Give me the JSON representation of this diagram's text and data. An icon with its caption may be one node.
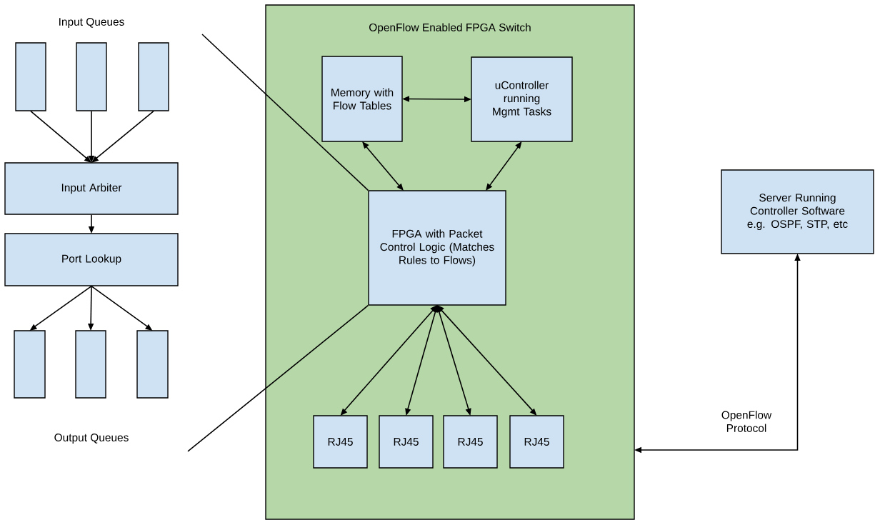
{
  "diagram": {
    "nodes": [
      {
        "text": [],
        "shape": "box"
      },
      {
        "text": [],
        "shape": "box"
      },
      {
        "text": [],
        "shape": "box"
      },
      {
        "text": [
          "Input Arbiter"
        ]
      },
      {
        "text": [
          "Port Lookup"
        ]
      },
      {
        "text": [],
        "shape": "box"
      },
      {
        "text": [],
        "shape": "box"
      },
      {
        "text": [],
        "shape": "box"
      },
      {
        "text": [
          "OpenFlow Enabled FPGA Switch"
        ]
      },
      {
        "text": [
          "Memory with Flow Tables"
        ],
        "in": 8
      },
      {
        "text": [
          "uController running Mgmt Tasks"
        ],
        "in": 8
      },
      {
        "text": [
          "FPGA with Packet Control Logic (Matches Rules to Flows)"
        ],
        "in": 8
      },
      {
        "text": [
          "RJ45"
        ],
        "in": 8
      },
      {
        "text": [
          "RJ45"
        ],
        "in": 8
      },
      {
        "text": [
          "RJ45"
        ],
        "in": 8
      },
      {
        "text": [
          "RJ45"
        ],
        "in": 8
      },
      {
        "text": [
          "Server Running Controller Software e.g. OSPF, STP, etc"
        ]
      }
    ],
    "edges": [
      {
        "from": 0,
        "to": 3,
        "arrow": "to"
      },
      {
        "from": 1,
        "to": 3,
        "arrow": "to"
      },
      {
        "from": 2,
        "to": 3,
        "arrow": "to"
      },
      {
        "from": 3,
        "to": 4,
        "arrow": "to"
      },
      {
        "from": 4,
        "to": 5,
        "arrow": "to"
      },
      {
        "from": 4,
        "to": 6,
        "arrow": "to"
      },
      {
        "from": 4,
        "to": 7,
        "arrow": "to"
      },
      {
        "from": 9,
        "to": 10,
        "arrow": "both"
      },
      {
        "from": 9,
        "to": 11,
        "arrow": "both"
      },
      {
        "from": 10,
        "to": 11,
        "arrow": "both"
      },
      {
        "from": 11,
        "to": 12,
        "arrow": "both"
      },
      {
        "from": 11,
        "to": 13,
        "arrow": "both"
      },
      {
        "from": 11,
        "to": 14,
        "arrow": "both"
      },
      {
        "from": 11,
        "to": 15,
        "arrow": "both"
      },
      {
        "from": 16,
        "to": 8,
        "arrow": "both",
        "label": "OpenFlow Protocol"
      },
      {
        "from": null,
        "to": 11,
        "arrow": "none"
      },
      {
        "from": null,
        "to": 11,
        "arrow": "none"
      }
    ],
    "labels": [
      "Input Queues",
      "Output Queues"
    ]
  }
}
